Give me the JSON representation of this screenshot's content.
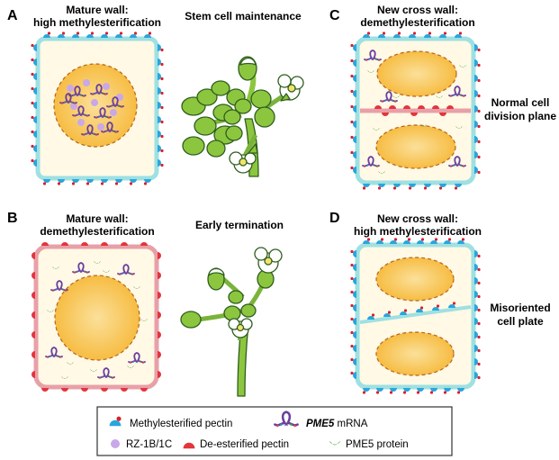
{
  "panels": {
    "A": {
      "letter": "A",
      "title_l1": "Mature wall:",
      "title_l2": "high methylesterification",
      "right_label": "Stem cell maintenance"
    },
    "B": {
      "letter": "B",
      "title_l1": "Mature wall:",
      "title_l2": "demethylesterification",
      "right_label": "Early termination"
    },
    "C": {
      "letter": "C",
      "title_l1": "New cross wall:",
      "title_l2": "demethylesterification",
      "side_l1": "Normal cell",
      "side_l2": "division plane"
    },
    "D": {
      "letter": "D",
      "title_l1": "New cross wall:",
      "title_l2": "high methylesterification",
      "side_l1": "Misoriented",
      "side_l2": "cell plate"
    }
  },
  "legend": {
    "methyl": "Methylesterified pectin",
    "mrna_italic": "PME5",
    "mrna_rest": " mRNA",
    "rz": "RZ-1B/1C",
    "deester": "De-esterified pectin",
    "protein": "PME5 protein"
  },
  "colors": {
    "cyan_wall": "#9fe0e2",
    "pink_wall": "#e8a0a8",
    "cytoplasm": "#fff9e6",
    "nucleus": "#f8c24a",
    "plant_green": "#8cc63f",
    "mrna_purple": "#6a3f9e",
    "methyl_blue": "#29a6dc",
    "methyl_red": "#d8202c",
    "deester_red": "#e4343c",
    "protein_green": "#49a53c",
    "rz_lilac": "#c9a8e8"
  }
}
